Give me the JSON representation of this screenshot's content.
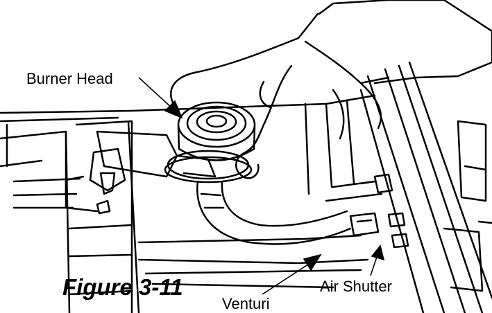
{
  "figure": {
    "caption": "Figure 3-11",
    "labels": {
      "burner_head": "Burner Head",
      "venturi": "Venturi",
      "air_shutter": "Air Shutter"
    }
  },
  "colors": {
    "ink": "#000000",
    "paper": "#ffffff"
  }
}
